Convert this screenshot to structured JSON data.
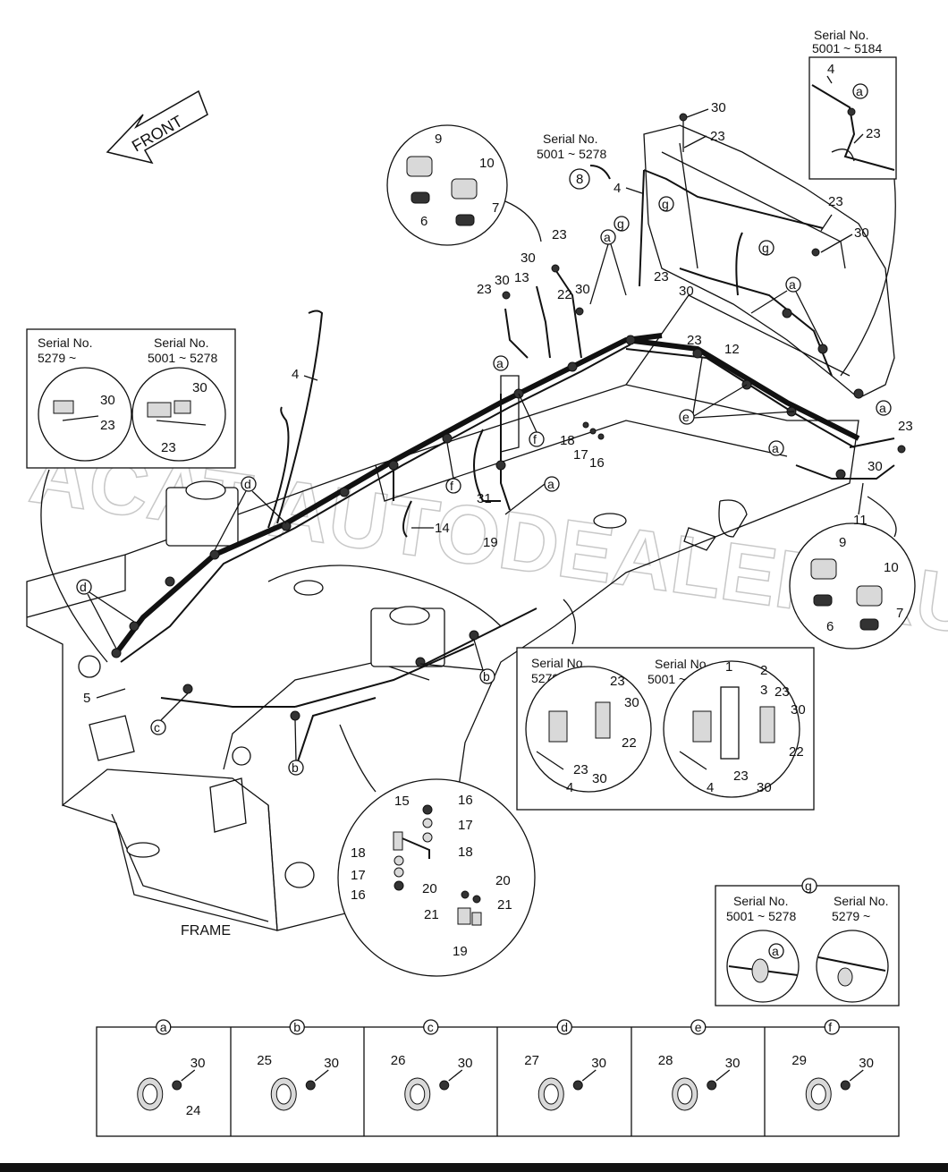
{
  "diagram": {
    "front_label": "FRONT",
    "frame_label": "FRAME",
    "watermark": "ACAT AUTODEALER.RU",
    "serial": {
      "s1": "Serial No.",
      "r_5001_5184": "5001 ~ 5184",
      "r_5001_5278": "5001 ~ 5278",
      "r_5279": "5279 ~"
    },
    "callouts": {
      "n1": "1",
      "n2": "2",
      "n3": "3",
      "n4": "4",
      "n5": "5",
      "n6": "6",
      "n7": "7",
      "n8": "8",
      "n9": "9",
      "n10": "10",
      "n11": "11",
      "n12": "12",
      "n13": "13",
      "n14": "14",
      "n15": "15",
      "n16": "16",
      "n17": "17",
      "n18": "18",
      "n19": "19",
      "n20": "20",
      "n21": "21",
      "n22": "22",
      "n23": "23",
      "n24": "24",
      "n25": "25",
      "n26": "26",
      "n27": "27",
      "n28": "28",
      "n29": "29",
      "n30": "30",
      "n31": "31"
    },
    "letters": {
      "a": "a",
      "b": "b",
      "c": "c",
      "d": "d",
      "e": "e",
      "f": "f",
      "g": "g"
    }
  },
  "clamp_table": {
    "cells": [
      {
        "letter": "a",
        "part": "24",
        "bolt": "30"
      },
      {
        "letter": "b",
        "part": "25",
        "bolt": "30"
      },
      {
        "letter": "c",
        "part": "26",
        "bolt": "30"
      },
      {
        "letter": "d",
        "part": "27",
        "bolt": "30"
      },
      {
        "letter": "e",
        "part": "28",
        "bolt": "30"
      },
      {
        "letter": "f",
        "part": "29",
        "bolt": "30"
      }
    ]
  }
}
